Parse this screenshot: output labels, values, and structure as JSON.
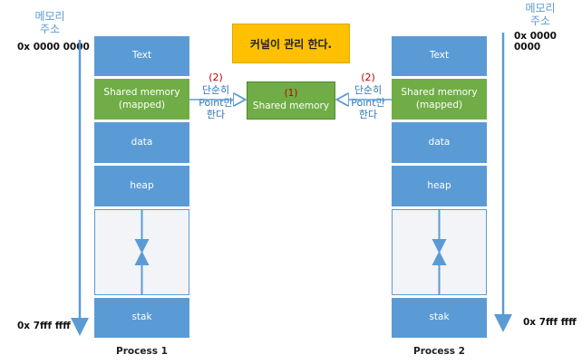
{
  "left": {
    "mem_label_1": "메모리",
    "mem_label_2": "주소",
    "addr_top": "0x 0000 0000",
    "addr_bottom": "0x 7fff ffff",
    "process": "Process 1"
  },
  "right": {
    "mem_label_1": "메모리",
    "mem_label_2": "주소",
    "addr_top": "0x 0000 0000",
    "addr_bottom": "0x 7fff ffff",
    "process": "Process 2"
  },
  "segments": {
    "text": "Text",
    "shared": "Shared memory\n(mapped)",
    "data": "data",
    "heap": "heap",
    "stack": "stak"
  },
  "kernel": "커널이 관리 한다.",
  "shared_box": {
    "num": "(1)",
    "label": "Shared memory"
  },
  "left_note": {
    "num": "(2)",
    "line1": "단순히",
    "line2": "Point만",
    "line3": "한다"
  },
  "right_note": {
    "num": "(2)",
    "line1": "단순히",
    "line2": "Point만",
    "line3": "한다"
  },
  "colors": {
    "segment_blue": "#5B9BD5",
    "segment_green": "#70AD47",
    "kernel_yellow": "#FFC000",
    "note_blue": "#2E75B6",
    "number_red": "#C00000"
  }
}
